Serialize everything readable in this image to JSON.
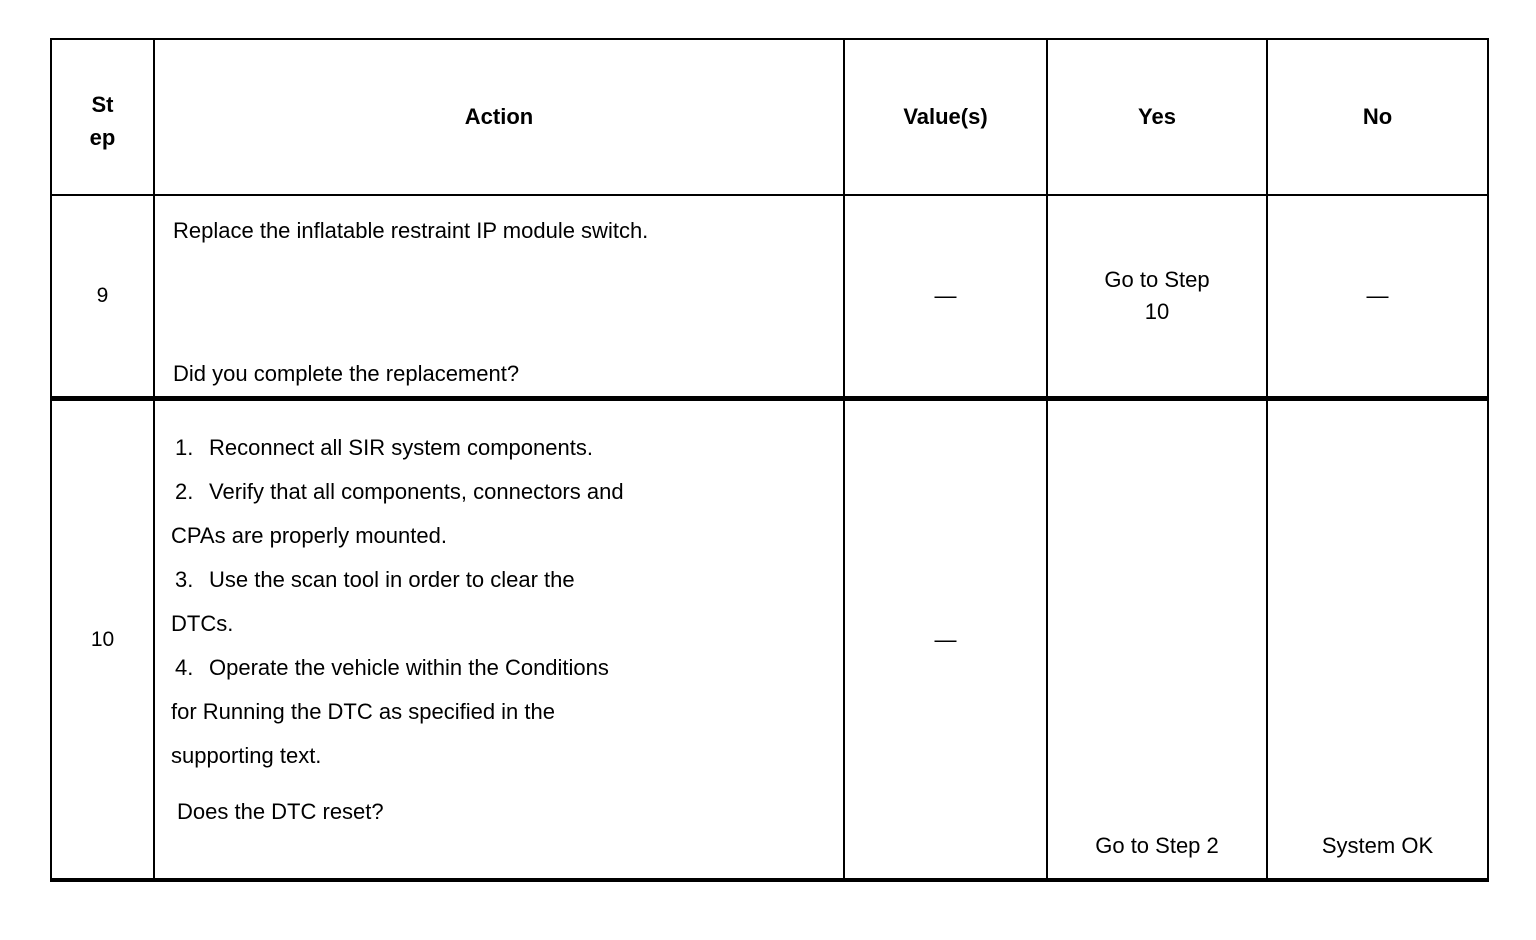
{
  "table": {
    "headers": {
      "step": [
        "St",
        "ep"
      ],
      "action": "Action",
      "values": "Value(s)",
      "yes": "Yes",
      "no": "No"
    },
    "rows": [
      {
        "step": "9",
        "action_lines": [
          "Replace the inflatable restraint IP module switch.",
          "Did you complete the replacement?"
        ],
        "value": "—",
        "yes_line1": "Go to Step",
        "yes_line2": "10",
        "no": "—"
      },
      {
        "step": "10",
        "list": [
          {
            "num": "1.",
            "text": "Reconnect all SIR system components."
          },
          {
            "num": "2.",
            "text": "Verify that all components, connectors and"
          },
          {
            "num": "",
            "text": "CPAs are properly mounted."
          },
          {
            "num": "3.",
            "text": "Use the scan tool in order to clear the"
          },
          {
            "num": "",
            "text": "DTCs."
          },
          {
            "num": "4.",
            "text": "Operate the vehicle within the Conditions"
          },
          {
            "num": "",
            "text": "for Running the DTC as specified in the"
          },
          {
            "num": "",
            "text": "supporting text."
          }
        ],
        "question": "Does the DTC reset?",
        "value": "—",
        "yes": "Go to Step 2",
        "no": "System OK"
      }
    ]
  },
  "colors": {
    "background": "#ffffff",
    "text": "#000000",
    "border": "#000000"
  }
}
